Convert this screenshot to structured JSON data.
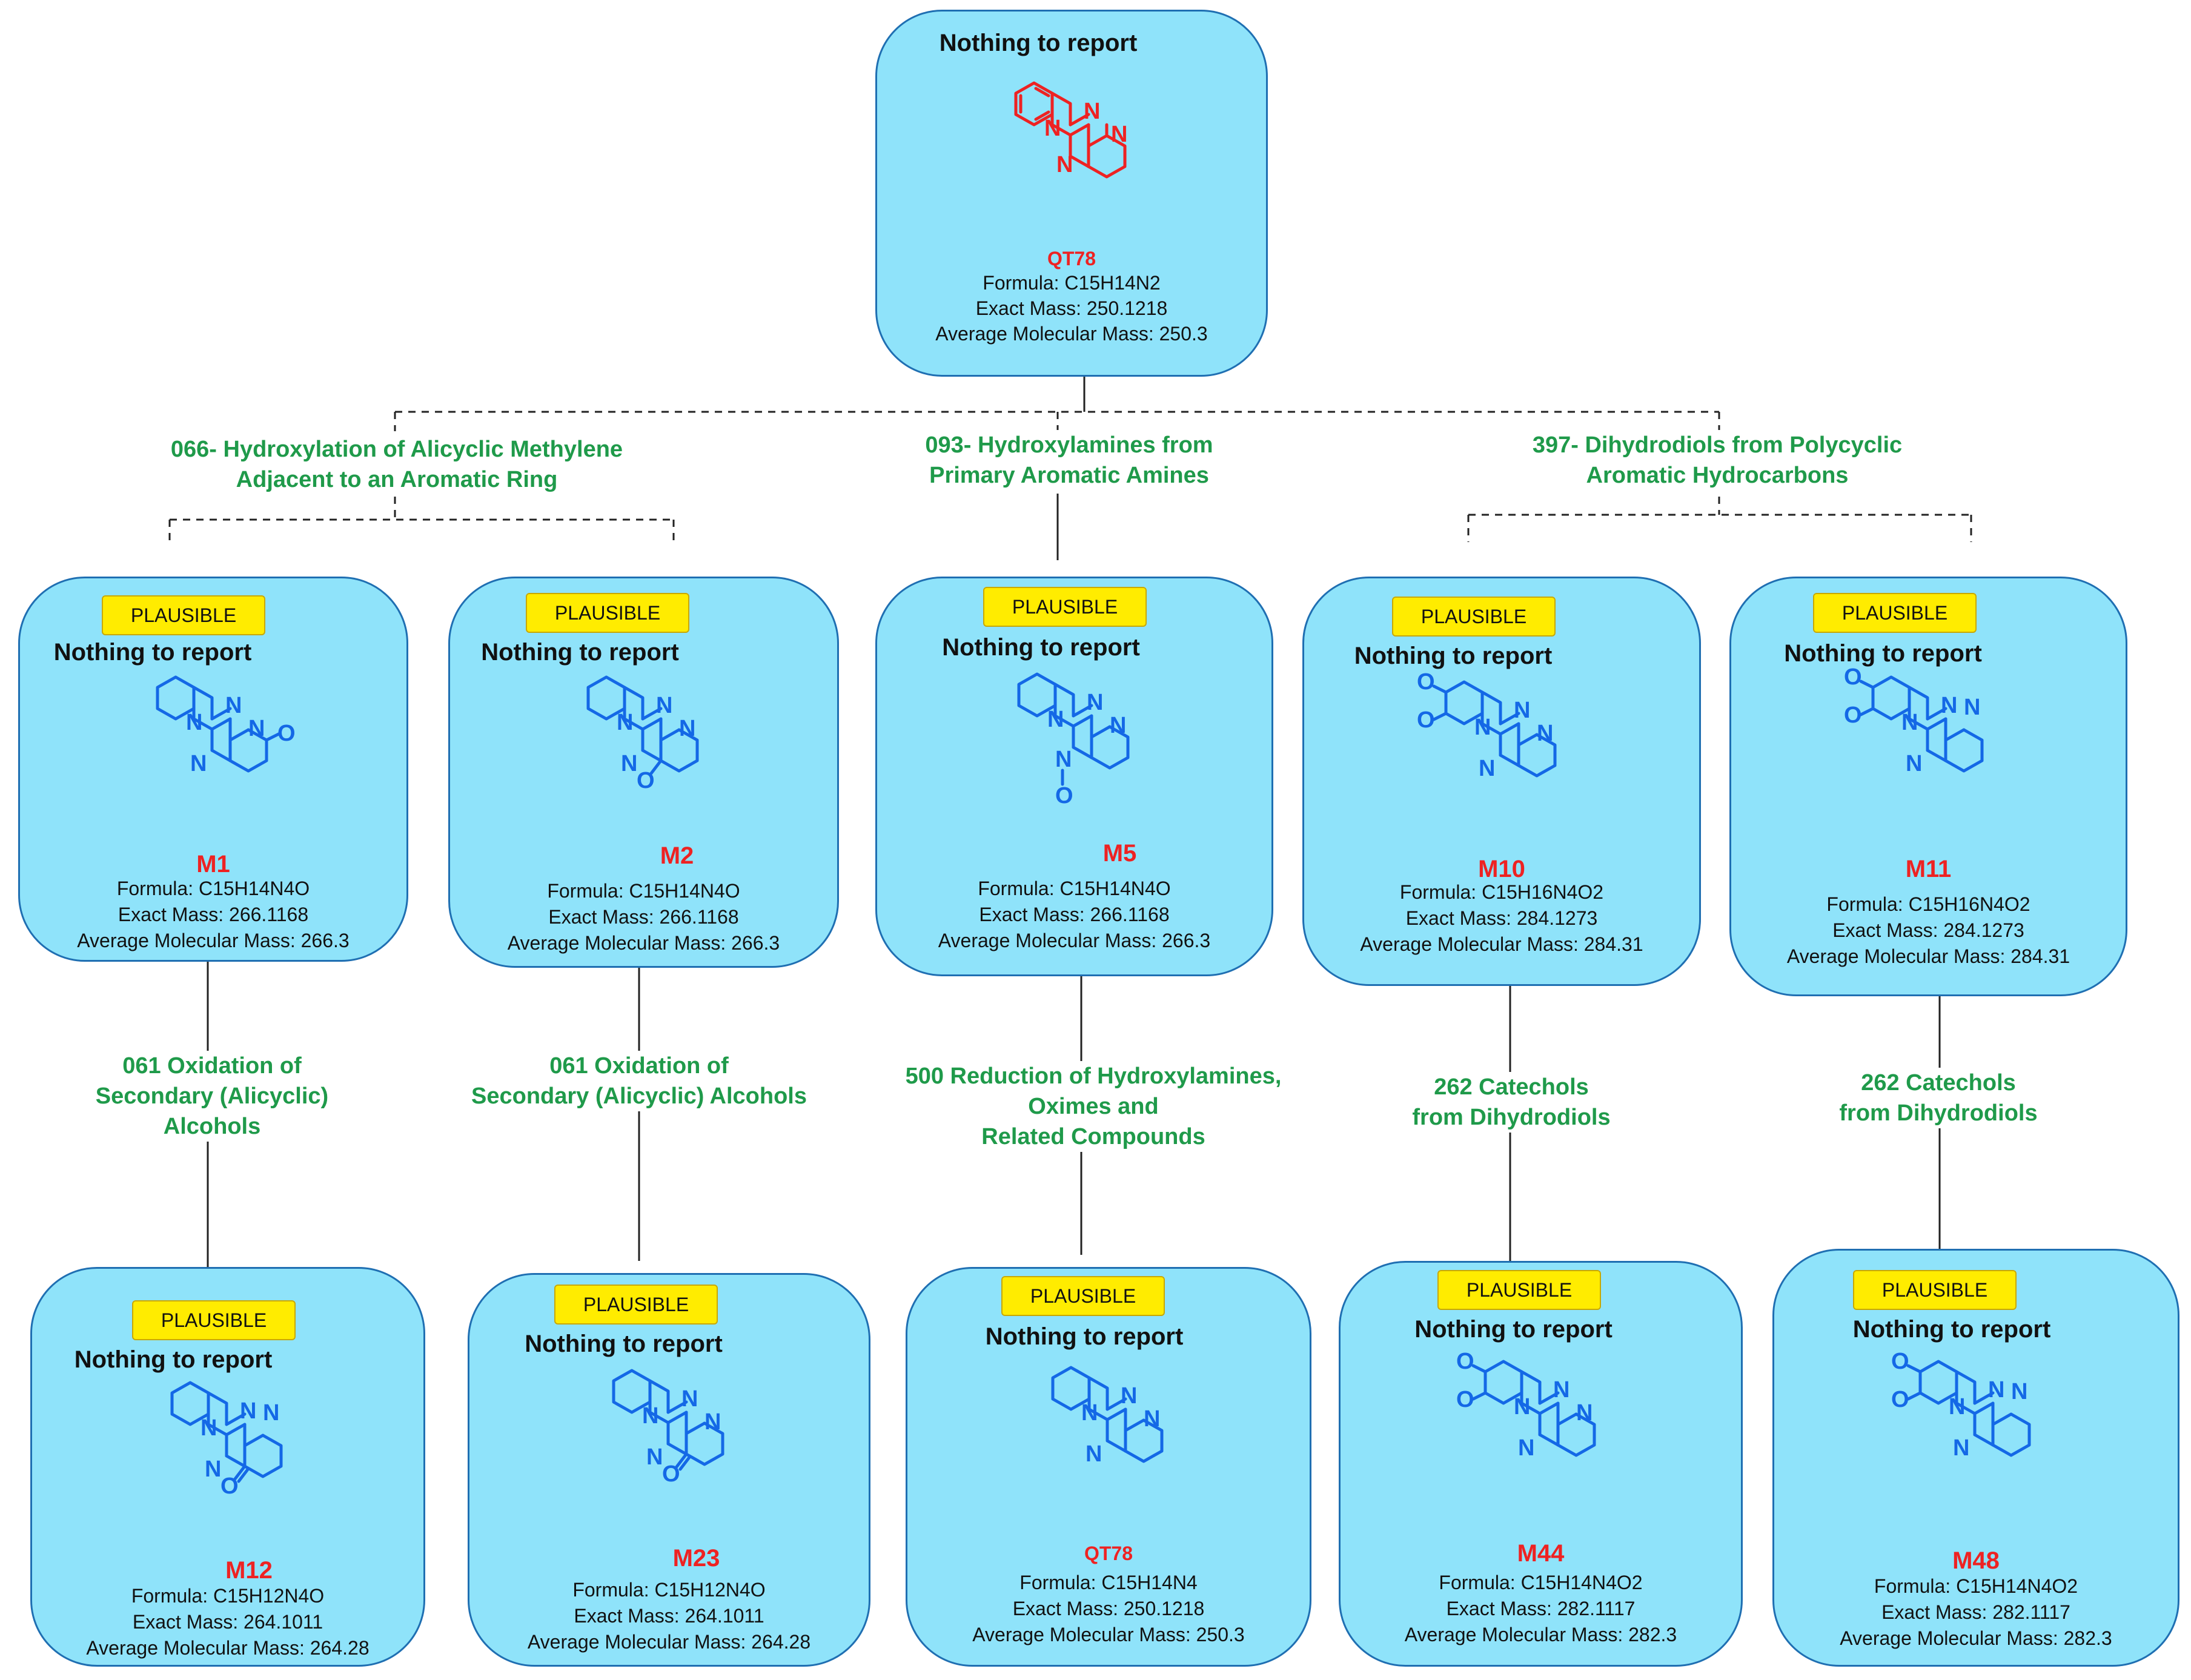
{
  "colors": {
    "node_fill": "#8fe3fa",
    "node_border": "#1f6fb2",
    "parent_structure": "#ee2222",
    "metabolite_structure": "#1468e6",
    "label_red": "#ee2222",
    "reaction_green": "#1f9a4a",
    "badge_yellow": "#ffec00",
    "line": "#222222"
  },
  "root": {
    "status": "Nothing to report",
    "compound": "QT78",
    "formula": "Formula: C15H14N2",
    "exact_mass": "Exact Mass: 250.1218",
    "avg_mass": "Average Molecular Mass: 250.3"
  },
  "reactions": {
    "r066": "066- Hydroxylation of Alicyclic Methylene\nAdjacent to an Aromatic Ring",
    "r093": "093- Hydroxylamines from\nPrimary Aromatic Amines",
    "r397": "397- Dihydrodiols from Polycyclic\nAromatic Hydrocarbons",
    "r061a": "061 Oxidation of\nSecondary (Alicyclic)\nAlcohols",
    "r061b": "061 Oxidation of\nSecondary (Alicyclic) Alcohols",
    "r500": "500 Reduction of Hydroxylamines,\nOximes and\nRelated Compounds",
    "r262a": "262 Catechols\nfrom Dihydrodiols",
    "r262b": "262 Catechols\nfrom Dihydrodiols"
  },
  "metabolites": {
    "m1": {
      "badge": "PLAUSIBLE",
      "status": "Nothing to report",
      "compound": "M1",
      "formula": "Formula: C15H14N4O",
      "exact_mass": "Exact Mass: 266.1168",
      "avg_mass": "Average Molecular Mass: 266.3"
    },
    "m2": {
      "badge": "PLAUSIBLE",
      "status": "Nothing to report",
      "compound": "M2",
      "formula": "Formula: C15H14N4O",
      "exact_mass": "Exact Mass: 266.1168",
      "avg_mass": "Average Molecular Mass: 266.3"
    },
    "m5": {
      "badge": "PLAUSIBLE",
      "status": "Nothing to report",
      "compound": "M5",
      "formula": "Formula: C15H14N4O",
      "exact_mass": "Exact Mass: 266.1168",
      "avg_mass": "Average Molecular Mass: 266.3"
    },
    "m10": {
      "badge": "PLAUSIBLE",
      "status": "Nothing to report",
      "compound": "M10",
      "formula": "Formula: C15H16N4O2",
      "exact_mass": "Exact Mass: 284.1273",
      "avg_mass": "Average Molecular Mass: 284.31"
    },
    "m11": {
      "badge": "PLAUSIBLE",
      "status": "Nothing to report",
      "compound": "M11",
      "formula": "Formula: C15H16N4O2",
      "exact_mass": "Exact Mass: 284.1273",
      "avg_mass": "Average Molecular Mass: 284.31"
    },
    "m12": {
      "badge": "PLAUSIBLE",
      "status": "Nothing to report",
      "compound": "M12",
      "formula": "Formula: C15H12N4O",
      "exact_mass": "Exact Mass: 264.1011",
      "avg_mass": "Average Molecular Mass: 264.28"
    },
    "m23": {
      "badge": "PLAUSIBLE",
      "status": "Nothing to report",
      "compound": "M23",
      "formula": "Formula: C15H12N4O",
      "exact_mass": "Exact Mass: 264.1011",
      "avg_mass": "Average Molecular Mass: 264.28"
    },
    "qt78b": {
      "badge": "PLAUSIBLE",
      "status": "Nothing to report",
      "compound": "QT78",
      "formula": "Formula: C15H14N4",
      "exact_mass": "Exact Mass: 250.1218",
      "avg_mass": "Average Molecular Mass: 250.3"
    },
    "m44": {
      "badge": "PLAUSIBLE",
      "status": "Nothing to report",
      "compound": "M44",
      "formula": "Formula: C15H14N4O2",
      "exact_mass": "Exact Mass: 282.1117",
      "avg_mass": "Average Molecular Mass: 282.3"
    },
    "m48": {
      "badge": "PLAUSIBLE",
      "status": "Nothing to report",
      "compound": "M48",
      "formula": "Formula: C15H14N4O2",
      "exact_mass": "Exact Mass: 282.1117",
      "avg_mass": "Average Molecular Mass: 282.3"
    }
  },
  "structures": {
    "n": "N",
    "o": "O"
  }
}
